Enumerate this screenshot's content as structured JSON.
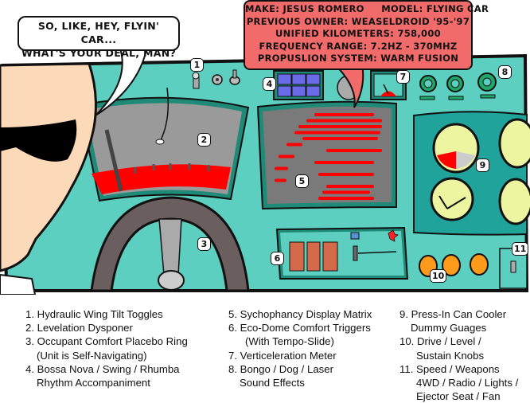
{
  "speech_bubble": {
    "lines": [
      "SO, LIKE, HEY, FLYIN' CAR...",
      "WHAT'S YOUR DEAL, MAN?"
    ]
  },
  "spec_bubble": {
    "lines": [
      "MAKE: JESUS ROMERO     MODEL: FLYING CAR",
      "PREVIOUS OWNER: WEASELDROID '95-'97",
      "UNIFIED KILOMETERS: 758,000",
      "FREQUENCY RANGE: 7.2HZ - 370MHZ",
      "PROPUSLION SYSTEM: WARM FUSION"
    ]
  },
  "dashboard": {
    "colors": {
      "panel": "#5ccfc0",
      "panel_dark": "#1f8a78",
      "display_gray": "#7a7a7a",
      "dyspon_gray": "#9a9a9a",
      "alert_red": "#ff0000",
      "skin": "#fcd9b8",
      "gauge_yellow": "#eef5a0",
      "knob_orange": "#ff9a1a",
      "trigger_brown": "#d46a4a",
      "rhythm_blue": "#6b6bea",
      "button_green": "#1fa86a",
      "wheel_brown": "#6b5e5e"
    },
    "callouts": [
      "1",
      "2",
      "3",
      "4",
      "5",
      "6",
      "7",
      "8",
      "9",
      "10",
      "11"
    ]
  },
  "legend": {
    "columns": [
      [
        {
          "num": "1.",
          "lines": [
            "Hydraulic Wing Tilt Toggles"
          ]
        },
        {
          "num": "2.",
          "lines": [
            "Levelation Dysponer"
          ]
        },
        {
          "num": "3.",
          "lines": [
            "Occupant Comfort Placebo Ring",
            "(Unit is Self-Navigating)"
          ]
        },
        {
          "num": "4.",
          "lines": [
            "Bossa Nova / Swing / Rhumba",
            "Rhythm Accompaniment"
          ]
        }
      ],
      [
        {
          "num": "5.",
          "lines": [
            "Sychophancy Display Matrix"
          ]
        },
        {
          "num": "6.",
          "lines": [
            "Eco-Dome Comfort Triggers",
            "(With Tempo-Slide)"
          ]
        },
        {
          "num": "7.",
          "lines": [
            "Verticeleration Meter"
          ]
        },
        {
          "num": "8.",
          "lines": [
            "Bongo / Dog / Laser",
            "Sound Effects"
          ]
        }
      ],
      [
        {
          "num": "9.",
          "lines": [
            "Press-In Can Cooler",
            "Dummy Guages"
          ]
        },
        {
          "num": "10.",
          "lines": [
            "Drive / Level /",
            "Sustain Knobs"
          ]
        },
        {
          "num": "11.",
          "lines": [
            "Speed / Weapons",
            "4WD / Radio / Lights /",
            "Ejector Seat / Fan"
          ]
        }
      ]
    ]
  }
}
